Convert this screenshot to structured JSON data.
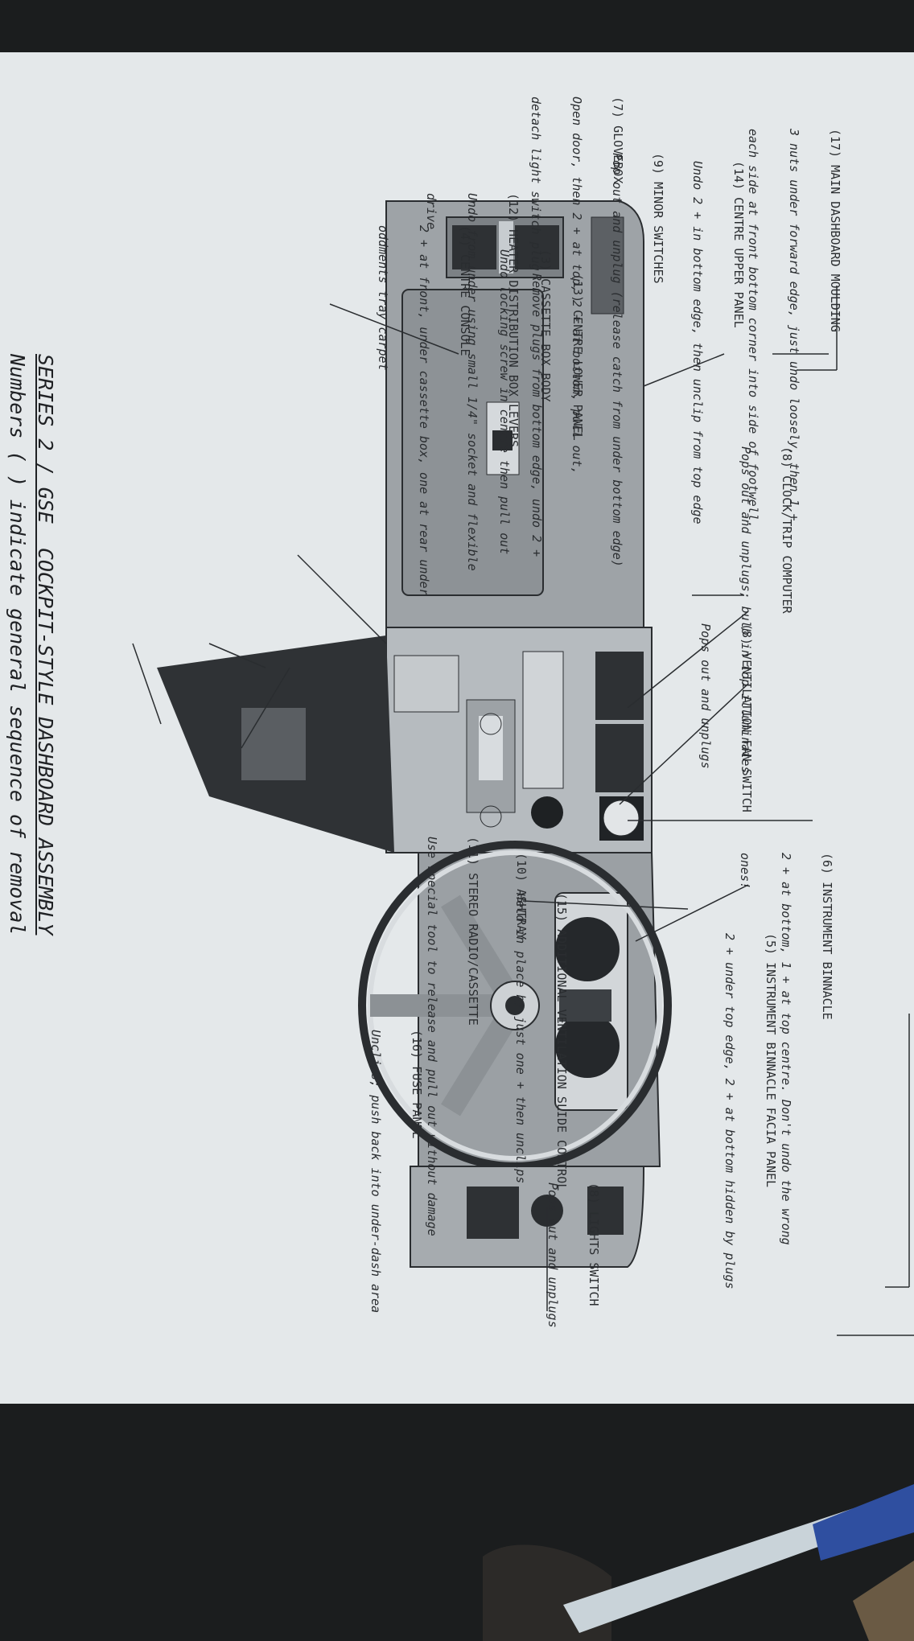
{
  "title": "SERIES 2 / GSE  COCKPIT-STYLE DASHBOARD ASSEMBLY",
  "subtitle": "Numbers ( ) indicate general sequence of removal",
  "labels": {
    "l17": {
      "head": "(17) MAIN DASHBOARD MOULDING",
      "l1": "3 nuts under forward edge, just undo loosely, then 1 +",
      "l2": "each side at front bottom corner into side of footwell."
    },
    "l14": {
      "head": "(14) CENTRE UPPER PANEL",
      "l1": "Undo 2 + in bottom edge, then unclip from top edge"
    },
    "l9": {
      "head": "(9) MINOR SWITCHES",
      "l1": "Pop out and unplug (release catch from under bottom edge)"
    },
    "l7": {
      "head": "(7) GLOVEBOX",
      "l1": "Open door, then 2 + at top, 2 + at bottom, pull out,",
      "l2": "detach light switch plug"
    },
    "l13": {
      "head": "(13) CENTRE LOWER PANEL",
      "l1": "Remove plugs from bottom edge, undo 2 +"
    },
    "l3": {
      "head": "(3) CASSETTE BOX BODY",
      "l1": "Undo locking screw in centre then pull out"
    },
    "l12": {
      "head": "(12) HEATER DISTRIBUTION BOX LEVERS",
      "l1": "Undo from under using small 1/4\" socket and flexible",
      "l2": "drive"
    },
    "l4": {
      "head": "(4) CENTRE CONSOLE",
      "l1": "2 + at front, under cassette box, one at rear under",
      "l2": "oddments tray carpet"
    },
    "l8a": {
      "head": "(8) CLOCK/TRIP COMPUTER",
      "l1": "Pops out and unplugs; bulb in top illuminates"
    },
    "l8b": {
      "head": "(8) VENTILATION FAN SWITCH",
      "l1": "Pops out and unplugs"
    },
    "l6": {
      "head": "(6) INSTRUMENT BINNACLE",
      "l1": "2 + at bottom, 1 + at top centre. Don't undo the wrong",
      "l2": "ones!"
    },
    "l5": {
      "head": "(5) INSTRUMENT BINNACLE FACIA PANEL",
      "l1": "2 + under top edge, 2 + at bottom hidden by plugs"
    },
    "l15": {
      "head": "(15) ADDITIONAL VENTILATION SLIDE CONTROL",
      "l1": "Held in place by just one + then unclips"
    },
    "l10": {
      "head": "(10) ASHTRAY"
    },
    "l11": {
      "head": "(11) STEREO RADIO/CASSETTE",
      "l1": "Use special tool to release and pull out without damage"
    },
    "l16": {
      "head": "(16) FUSE PANEL",
      "l1": "Unclips; push back into under-dash area"
    },
    "l8c": {
      "head": "(8) LIGHTS SWITCH",
      "l1": "Pops out and unplugs"
    }
  },
  "colors": {
    "paper": "#e4e8ea",
    "background": "#1b1d1e",
    "ink": "#2a2d30",
    "dash_dark": "#3a3d40",
    "dash_mid": "#8e9397",
    "dash_light": "#b9bec2"
  }
}
